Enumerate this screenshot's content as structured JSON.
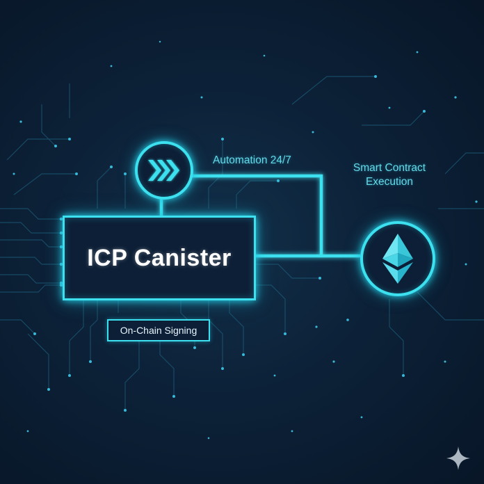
{
  "nodes": {
    "canister": {
      "label": "ICP Canister"
    },
    "automation": {
      "icon": "fast-forward-chevrons-icon"
    },
    "ethereum": {
      "icon": "ethereum-logo-icon"
    }
  },
  "labels": {
    "automation": "Automation 24/7",
    "smart_contract_line1": "Smart Contract",
    "smart_contract_line2": "Execution",
    "signing": "On-Chain Signing"
  },
  "colors": {
    "background": "#0b1a2e",
    "accent": "#3de0ee",
    "label_text": "#63d9e8",
    "title_text": "#ffffff"
  },
  "watermark": {
    "icon": "sparkle-icon"
  }
}
